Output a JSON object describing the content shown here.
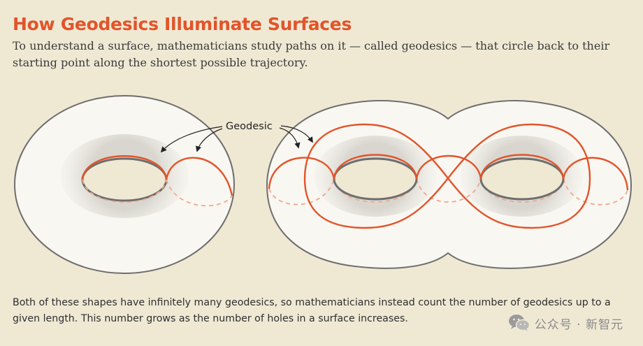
{
  "header": {
    "title": "How Geodesics Illuminate Surfaces",
    "subtitle": "To understand a surface, mathematicians study paths on it — called geodesics — that circle back to their starting point along the shortest possible trajectory."
  },
  "diagram": {
    "label": "Geodesic",
    "colors": {
      "background": "#efe9d4",
      "surface": "#f9f7f1",
      "outline": "#6e6e6e",
      "geodesic": "#e2542a",
      "geodesic_hidden": "#f1a78f"
    },
    "shapes": [
      {
        "name": "torus-one-hole",
        "holes": 1
      },
      {
        "name": "surface-two-holes",
        "holes": 2
      }
    ]
  },
  "caption": "Both of these shapes have infinitely many geodesics, so mathematicians instead count the number of geodesics up to a given length. This number grows as the number of holes in a surface increases.",
  "watermark": {
    "icon": "wechat-icon",
    "text": "公众号 · 新智元"
  }
}
